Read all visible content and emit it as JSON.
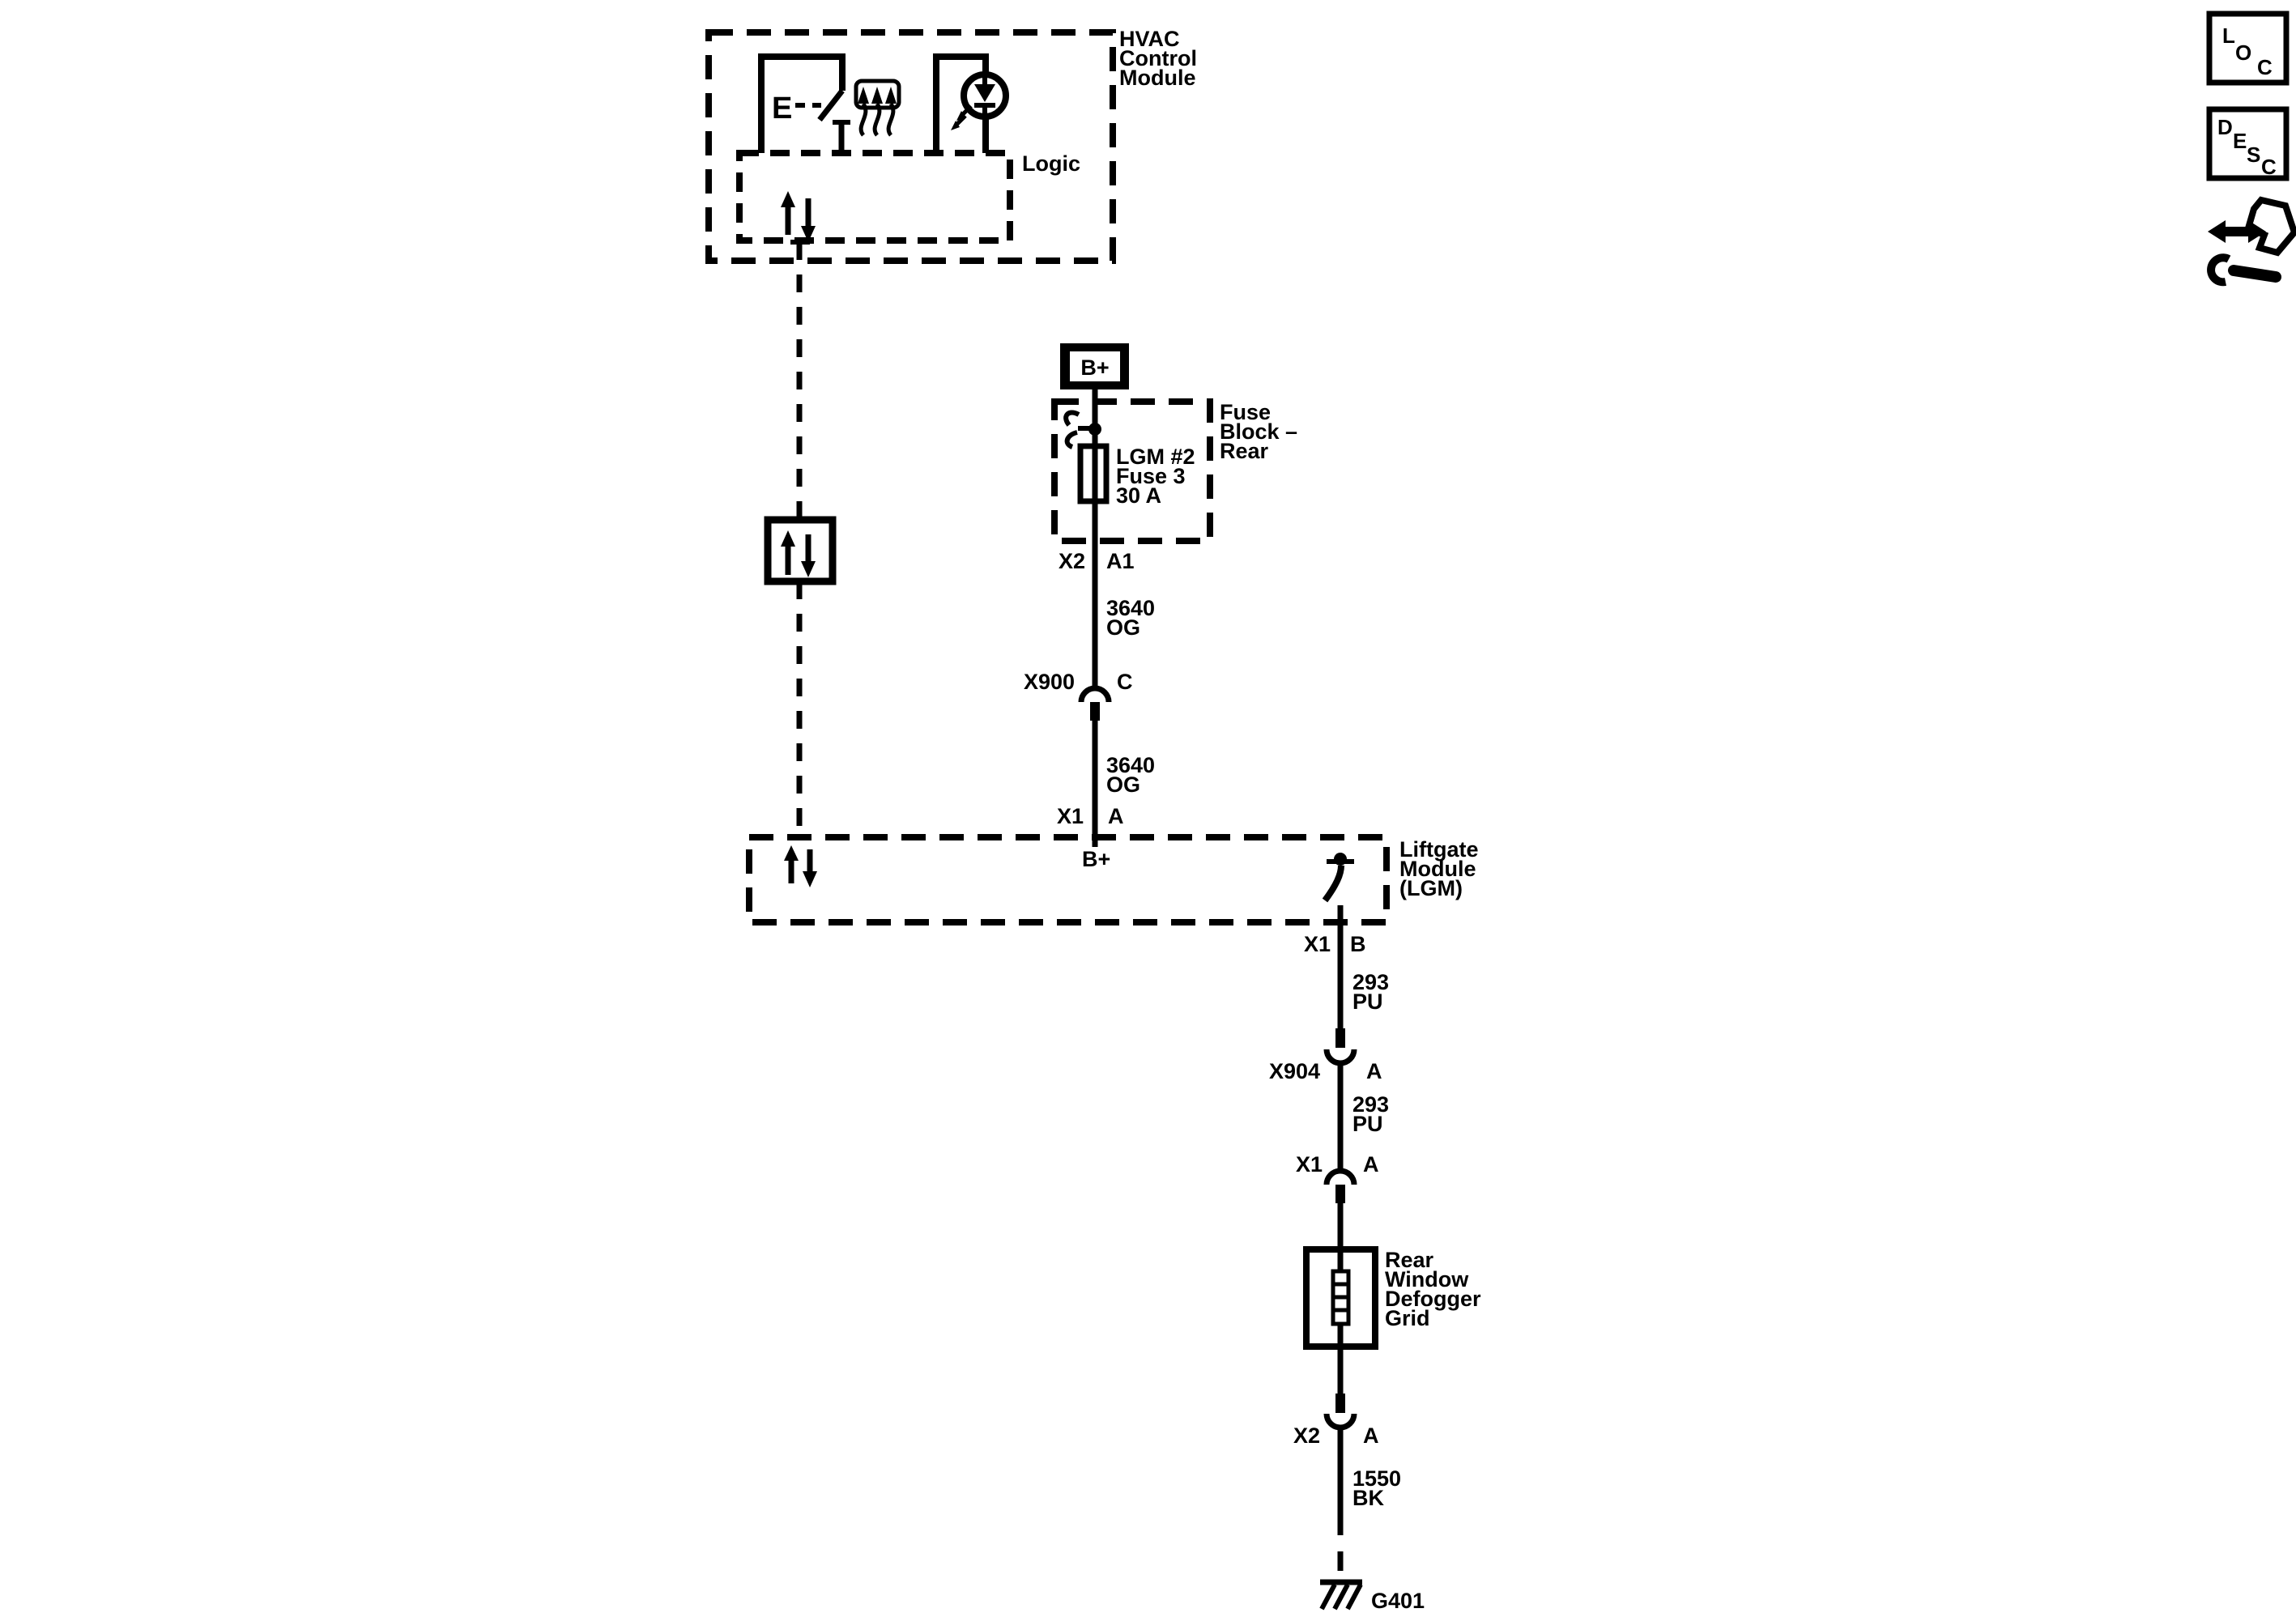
{
  "colors": {
    "ink": "#000000",
    "background": "#ffffff"
  },
  "toolbar": {
    "loc": {
      "l": "L",
      "o": "O",
      "c": "C"
    },
    "desc": {
      "d": "D",
      "e": "E",
      "s": "S",
      "c": "C"
    }
  },
  "hvac_module": {
    "title": [
      "HVAC",
      "Control",
      "Module"
    ],
    "logic_label": "Logic",
    "switch_actuator": "E"
  },
  "battery_feed": {
    "label": "B+"
  },
  "fuse_block": {
    "title": [
      "Fuse",
      "Block –",
      "Rear"
    ],
    "fuse": [
      "LGM #2",
      "Fuse 3",
      "30 A"
    ],
    "connector": {
      "conn": "X2",
      "pin": "A1"
    }
  },
  "connectors": {
    "x900": {
      "conn": "X900",
      "pin": "C"
    },
    "lgm_in": {
      "conn": "X1",
      "pin": "A"
    },
    "lgm_out": {
      "conn": "X1",
      "pin": "B"
    },
    "x904": {
      "conn": "X904",
      "pin": "A"
    },
    "grid_in": {
      "conn": "X1",
      "pin": "A"
    },
    "grid_out": {
      "conn": "X2",
      "pin": "A"
    }
  },
  "wires": {
    "fuse_to_x900": [
      "3640",
      "OG"
    ],
    "x900_to_lgm": [
      "3640",
      "OG"
    ],
    "lgm_to_x904": [
      "293",
      "PU"
    ],
    "x904_to_grid": [
      "293",
      "PU"
    ],
    "grid_to_ground": [
      "1550",
      "BK"
    ]
  },
  "liftgate_module": {
    "title": [
      "Liftgate",
      "Module",
      "(LGM)"
    ],
    "b_plus": "B+"
  },
  "defogger_grid": {
    "title": [
      "Rear",
      "Window",
      "Defogger",
      "Grid"
    ]
  },
  "ground": {
    "label": "G401"
  }
}
